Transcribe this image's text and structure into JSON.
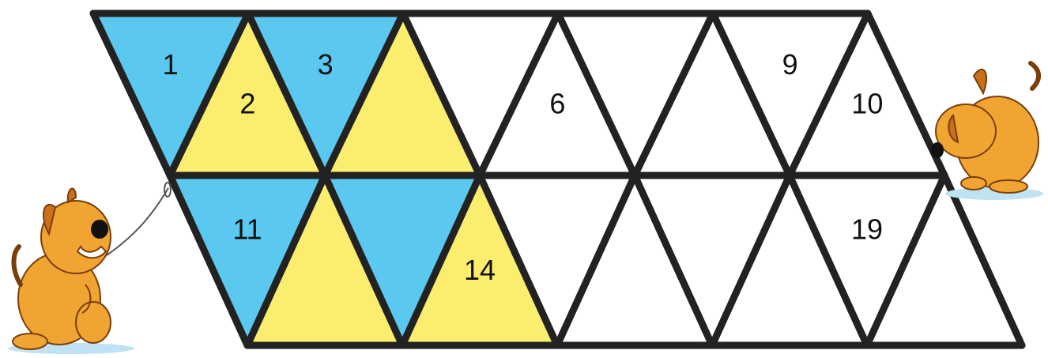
{
  "colors": {
    "blue": "#5bc8f0",
    "yellow": "#fbed6e",
    "white": "#ffffff",
    "line": "#222222",
    "dog_body": "#f0a431",
    "dog_shade": "#c9701a",
    "puddle": "#bfe3f3"
  },
  "grid": {
    "rows": [
      {
        "triangles": [
          {
            "fill": "blue",
            "label": "1"
          },
          {
            "fill": "yellow",
            "label": "2"
          },
          {
            "fill": "blue",
            "label": "3"
          },
          {
            "fill": "yellow",
            "label": ""
          },
          {
            "fill": "white",
            "label": ""
          },
          {
            "fill": "white",
            "label": "6"
          },
          {
            "fill": "white",
            "label": ""
          },
          {
            "fill": "white",
            "label": ""
          },
          {
            "fill": "white",
            "label": "9"
          },
          {
            "fill": "white",
            "label": "10"
          }
        ]
      },
      {
        "triangles": [
          {
            "fill": "blue",
            "label": "11"
          },
          {
            "fill": "yellow",
            "label": ""
          },
          {
            "fill": "blue",
            "label": ""
          },
          {
            "fill": "yellow",
            "label": "14"
          },
          {
            "fill": "white",
            "label": ""
          },
          {
            "fill": "white",
            "label": ""
          },
          {
            "fill": "white",
            "label": ""
          },
          {
            "fill": "white",
            "label": ""
          },
          {
            "fill": "white",
            "label": "19"
          },
          {
            "fill": "white",
            "label": ""
          }
        ]
      }
    ]
  },
  "figures": [
    {
      "name": "dog-left",
      "icon": "dog-with-leash-icon"
    },
    {
      "name": "dog-right",
      "icon": "dog-icon"
    }
  ]
}
